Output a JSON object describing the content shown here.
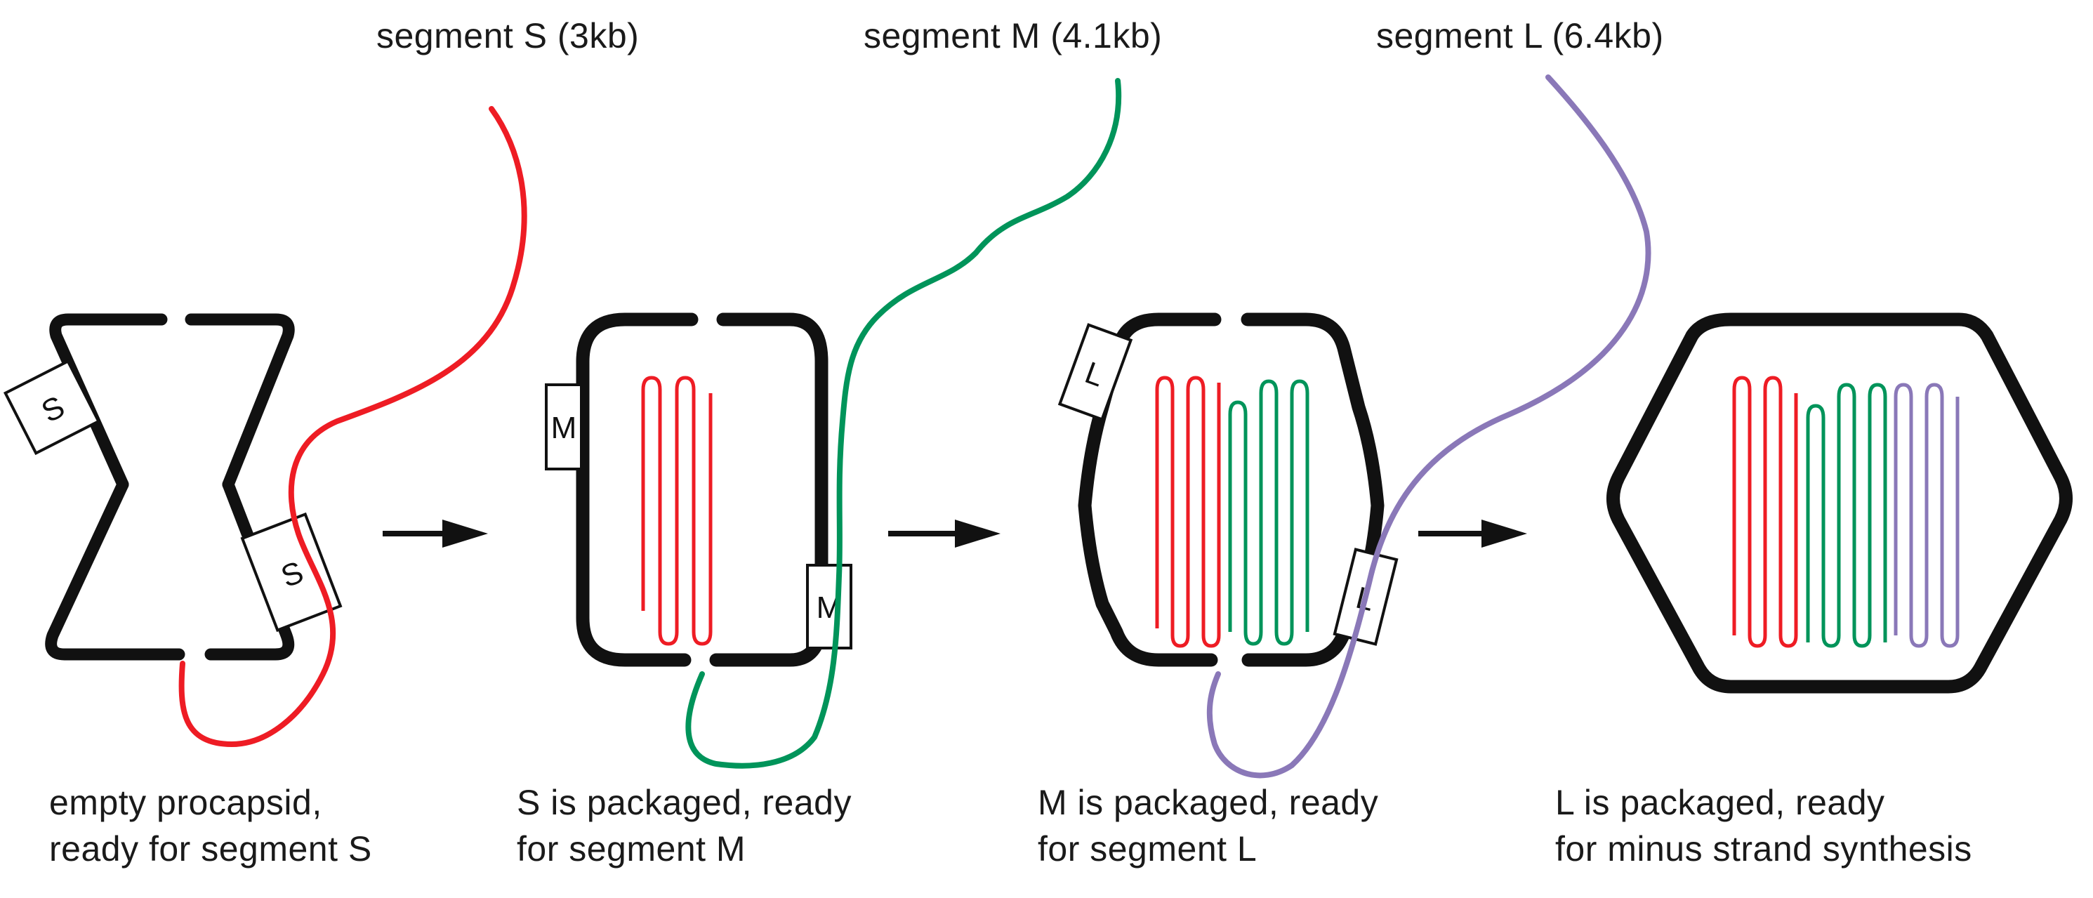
{
  "segments": {
    "s": {
      "title": "segment S (3kb)",
      "marker": "S",
      "color": "#ee1c24"
    },
    "m": {
      "title": "segment M (4.1kb)",
      "marker": "M",
      "color": "#00945a"
    },
    "l": {
      "title": "segment L (6.4kb)",
      "marker": "L",
      "color": "#8a78b8"
    }
  },
  "stages": [
    {
      "line1": "empty procapsid,",
      "line2": "ready for segment S"
    },
    {
      "line1": "S is packaged, ready",
      "line2": "for segment M"
    },
    {
      "line1": "M is packaged, ready",
      "line2": "for segment L"
    },
    {
      "line1": "L is packaged, ready",
      "line2": "for minus strand synthesis"
    }
  ],
  "colors": {
    "capsid": "#111111",
    "arrow": "#111111"
  }
}
